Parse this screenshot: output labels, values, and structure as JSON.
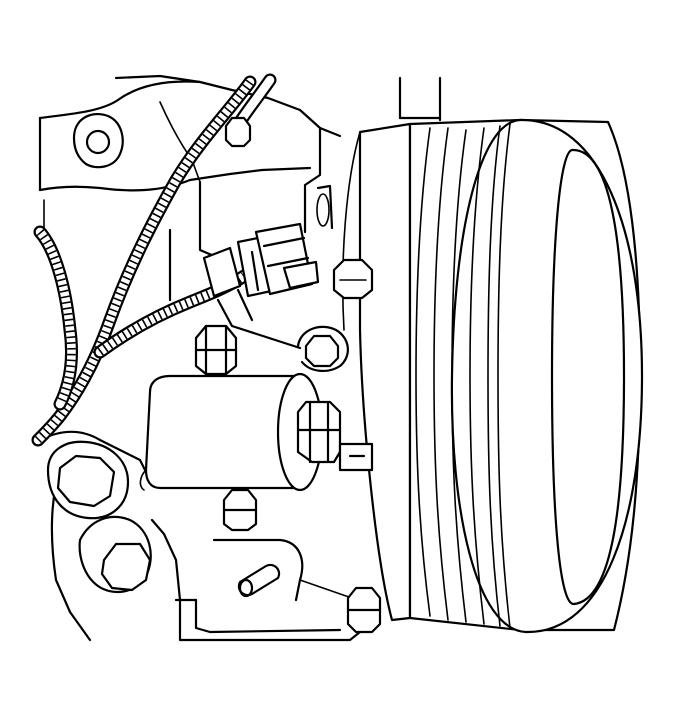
{
  "diagram": {
    "kind": "line-illustration",
    "line_color": "#000000",
    "background": "#ffffff",
    "components": [
      {
        "id": "engine-block",
        "icon": "engine-casting"
      },
      {
        "id": "wiring-harness",
        "icon": "corrugated-conduit"
      },
      {
        "id": "electrical-connector",
        "icon": "connector-plug"
      },
      {
        "id": "sensor-body",
        "icon": "cylinder-housing"
      },
      {
        "id": "crankshaft-balancer",
        "icon": "grooved-pulley"
      },
      {
        "id": "mounting-bolts",
        "icon": "hex-bolt",
        "count": 7
      },
      {
        "id": "hose-fitting",
        "icon": "pipe-nipple"
      }
    ]
  }
}
